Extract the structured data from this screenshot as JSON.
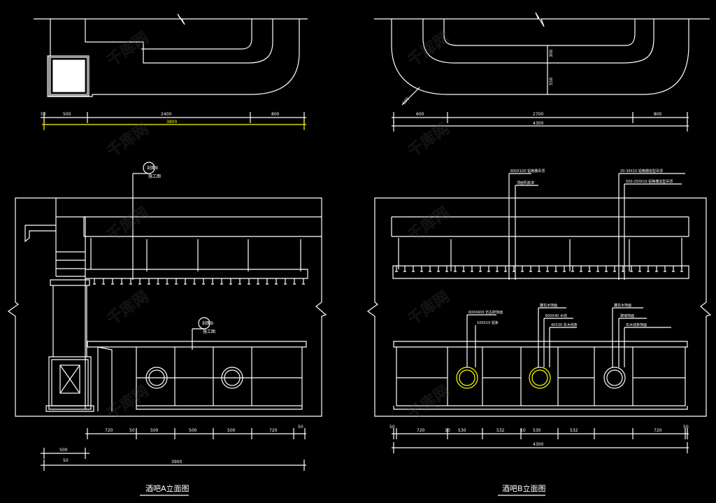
{
  "colors": {
    "background": "#000000",
    "line": "#ffffff",
    "dimension": "#ffff00",
    "watermark": "#4a4a4a"
  },
  "left_panel": {
    "plan_dims_top": [
      "50",
      "500",
      "2400",
      "800"
    ],
    "plan_dim_total": "3800",
    "elev_tag_top": [
      "剖面B",
      "施工图"
    ],
    "elev_tag_bottom": [
      "剖面B",
      "施工图"
    ],
    "dims_row1": [
      "720",
      "50",
      "500",
      "500",
      "500",
      "720",
      "50"
    ],
    "dims_row2": [
      "500",
      "50"
    ],
    "dim_total": "3900",
    "title": "酒吧A立面图"
  },
  "right_panel": {
    "plan_dims_top": [
      "600",
      "2700",
      "800"
    ],
    "plan_dim_total": "4300",
    "plan_vertical_dims": [
      "600",
      "300",
      "550"
    ],
    "upper_notes_left": [
      "600X100 铝格栅吊顶",
      "顶面乳胶漆"
    ],
    "upper_notes_right": [
      "20-30X10 铝格栅造型吊顶",
      "500-250X10 铝格栅造型吊顶"
    ],
    "lower_notes_a": [
      "600X600 仿古砖饰面",
      "100X10 铝条"
    ],
    "lower_notes_b": [
      "雕花木饰面",
      "600X40 木线",
      "40X30 实木线条"
    ],
    "lower_notes_c": [
      "雕花木饰面",
      "玻璃饰面",
      "实木线条饰面"
    ],
    "dims_row1": [
      "50",
      "720",
      "10",
      "530",
      "532",
      "10",
      "530",
      "532",
      "720",
      "50"
    ],
    "dim_total": "4300",
    "title": "酒吧B立面图"
  },
  "watermark": "千库网"
}
